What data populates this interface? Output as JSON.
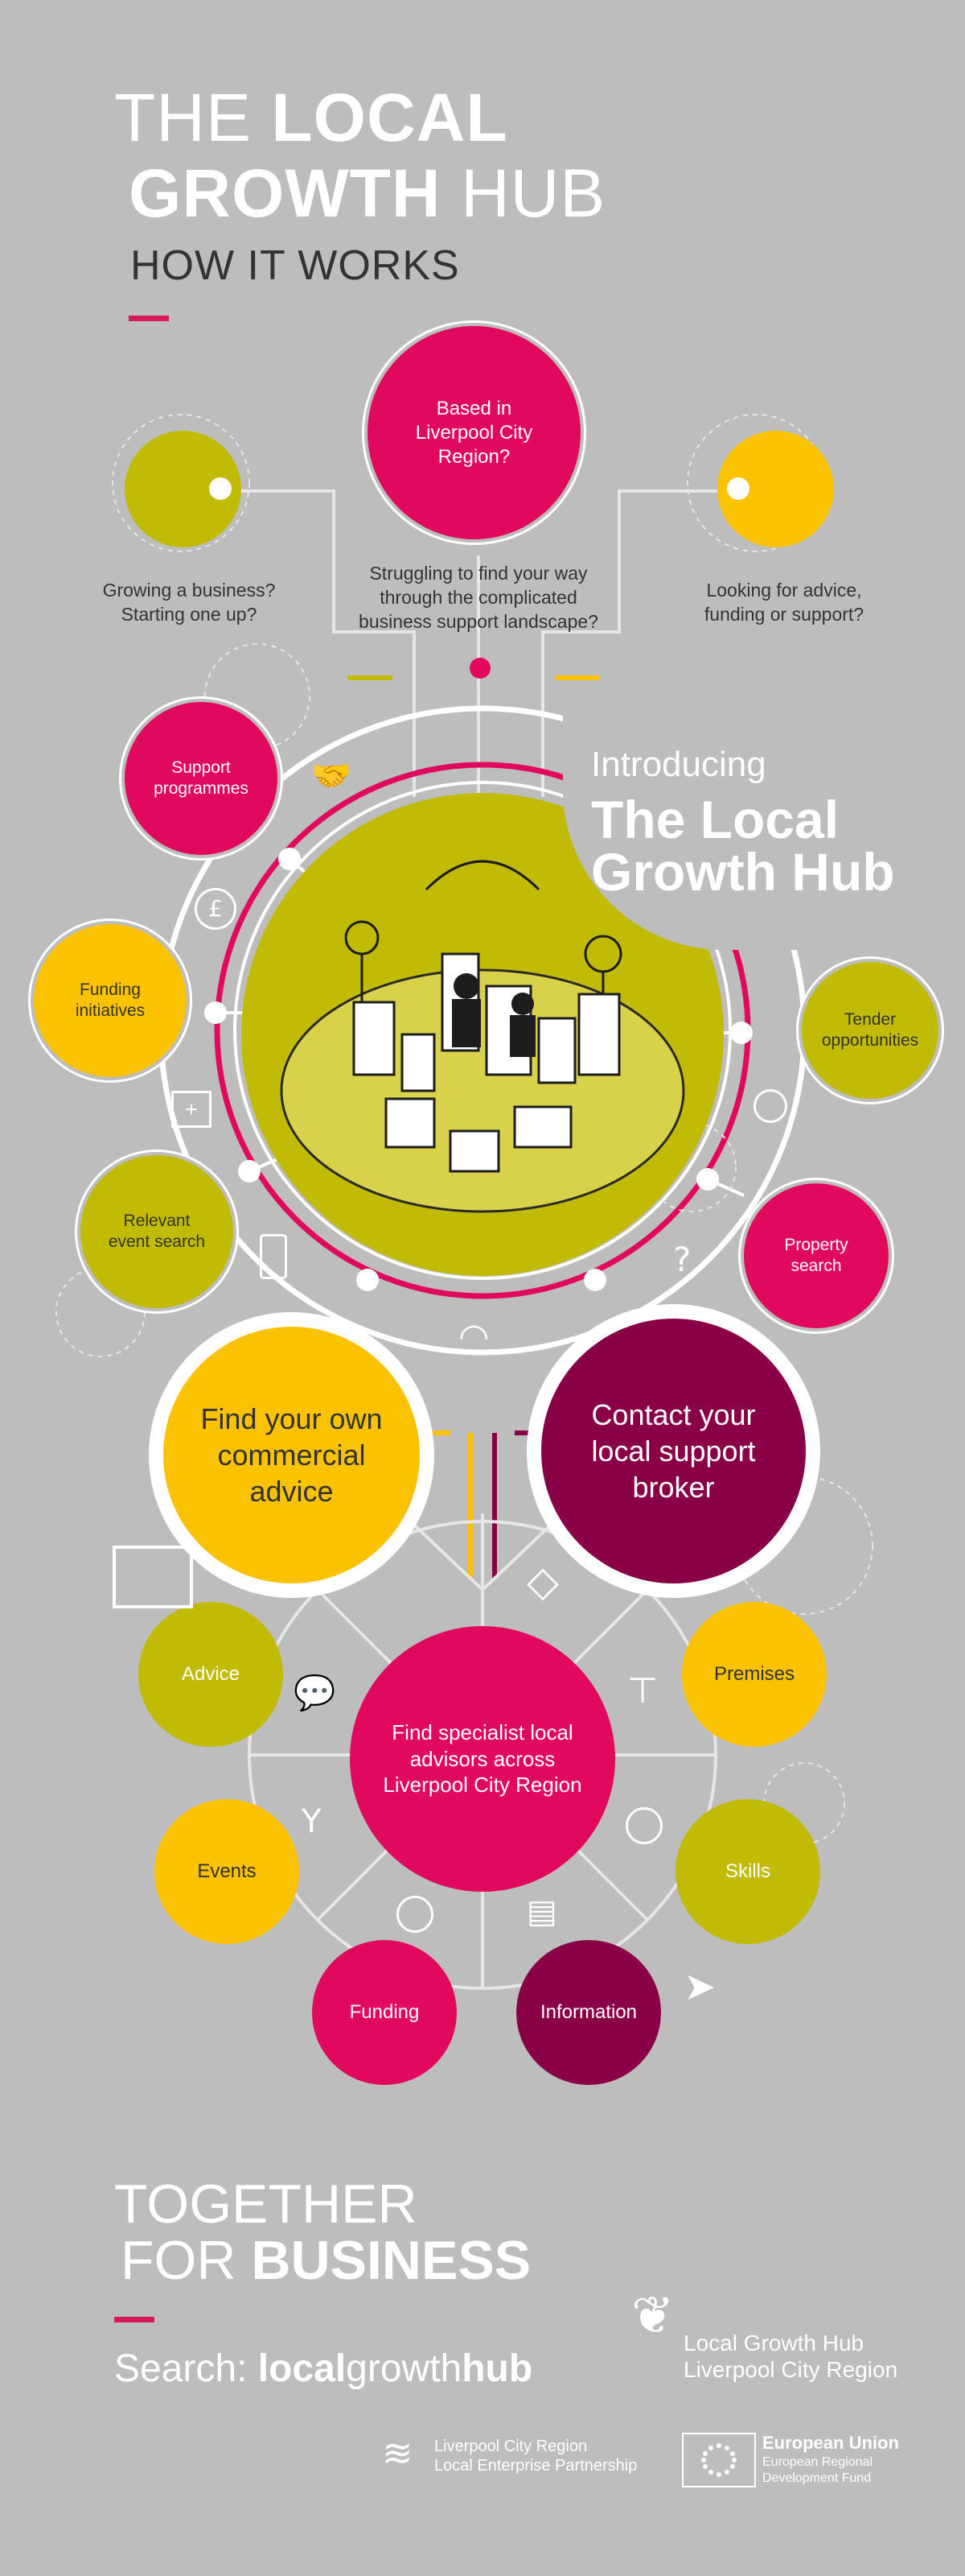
{
  "header": {
    "title_part1": "THE",
    "title_part2": "LOCAL",
    "title_part3": "GROWTH",
    "title_part4": "HUB",
    "subtitle": "HOW IT WORKS"
  },
  "top": {
    "center_circle": "Based in Liverpool City Region?",
    "left_caption": "Growing a business? Starting one up?",
    "center_caption": "Struggling to find your way through the complicated business support landscape?",
    "right_caption": "Looking for advice, funding or support?"
  },
  "intro": {
    "line1": "Introducing",
    "line2": "The Local",
    "line3": "Growth Hub"
  },
  "hub_services": {
    "support": "Support programmes",
    "funding": "Funding initiatives",
    "events": "Relevant event search",
    "tender": "Tender opportunities",
    "property": "Property search"
  },
  "routes": {
    "own_advice": "Find your own commercial advice",
    "broker": "Contact your local support broker"
  },
  "specialist": {
    "center": "Find specialist local advisors across Liverpool City Region",
    "advice": "Advice",
    "premises": "Premises",
    "events": "Events",
    "skills": "Skills",
    "funding": "Funding",
    "information": "Information"
  },
  "footer": {
    "together1": "TOGETHER",
    "together2a": "FOR",
    "together2b": "BUSINESS",
    "search_label": "Search:",
    "search_a": "local",
    "search_b": "growth",
    "search_c": "hub",
    "lgh_logo_line1": "Local Growth Hub",
    "lgh_logo_line2": "Liverpool City Region",
    "lep_line1": "Liverpool City Region",
    "lep_line2": "Local Enterprise Partnership",
    "eu_line1": "European Union",
    "eu_line2": "European Regional",
    "eu_line3": "Development Fund"
  },
  "colors": {
    "background": "#bdbdbd",
    "magenta": "#e0095d",
    "olive": "#c2bb05",
    "yellow": "#fbc201",
    "plum": "#8a0046",
    "white": "#ffffff",
    "dark_text": "#333333"
  }
}
